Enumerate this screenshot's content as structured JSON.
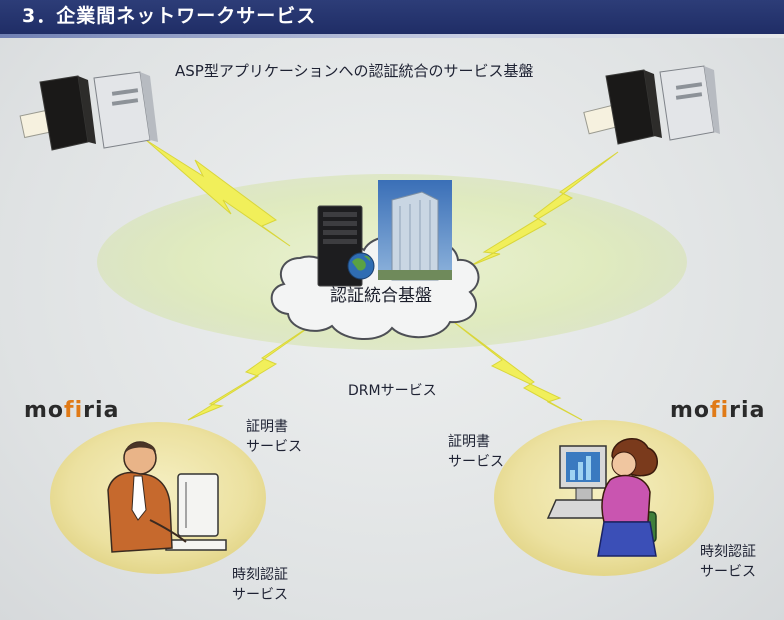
{
  "title": "3．企業間ネットワークサービス",
  "subtitle": "ASP型アプリケーションへの認証統合のサービス基盤",
  "hub": {
    "label": "認証統合基盤"
  },
  "drm_label": "DRMサービス",
  "logo": {
    "prefix": "mo",
    "accent": "fi",
    "suffix": "ria"
  },
  "left_client": {
    "cert_line1": "証明書",
    "cert_line2": "サービス",
    "time_line1": "時刻認証",
    "time_line2": "サービス"
  },
  "right_client": {
    "cert_line1": "証明書",
    "cert_line2": "サービス",
    "time_line1": "時刻認証",
    "time_line2": "サービス"
  },
  "colors": {
    "title_bar": "#24336f",
    "ellipse_green": "#e2ecc4",
    "client_ellipse": "#ece3a2",
    "lightning": "#f1ef5a",
    "logo_accent": "#e07a17"
  }
}
